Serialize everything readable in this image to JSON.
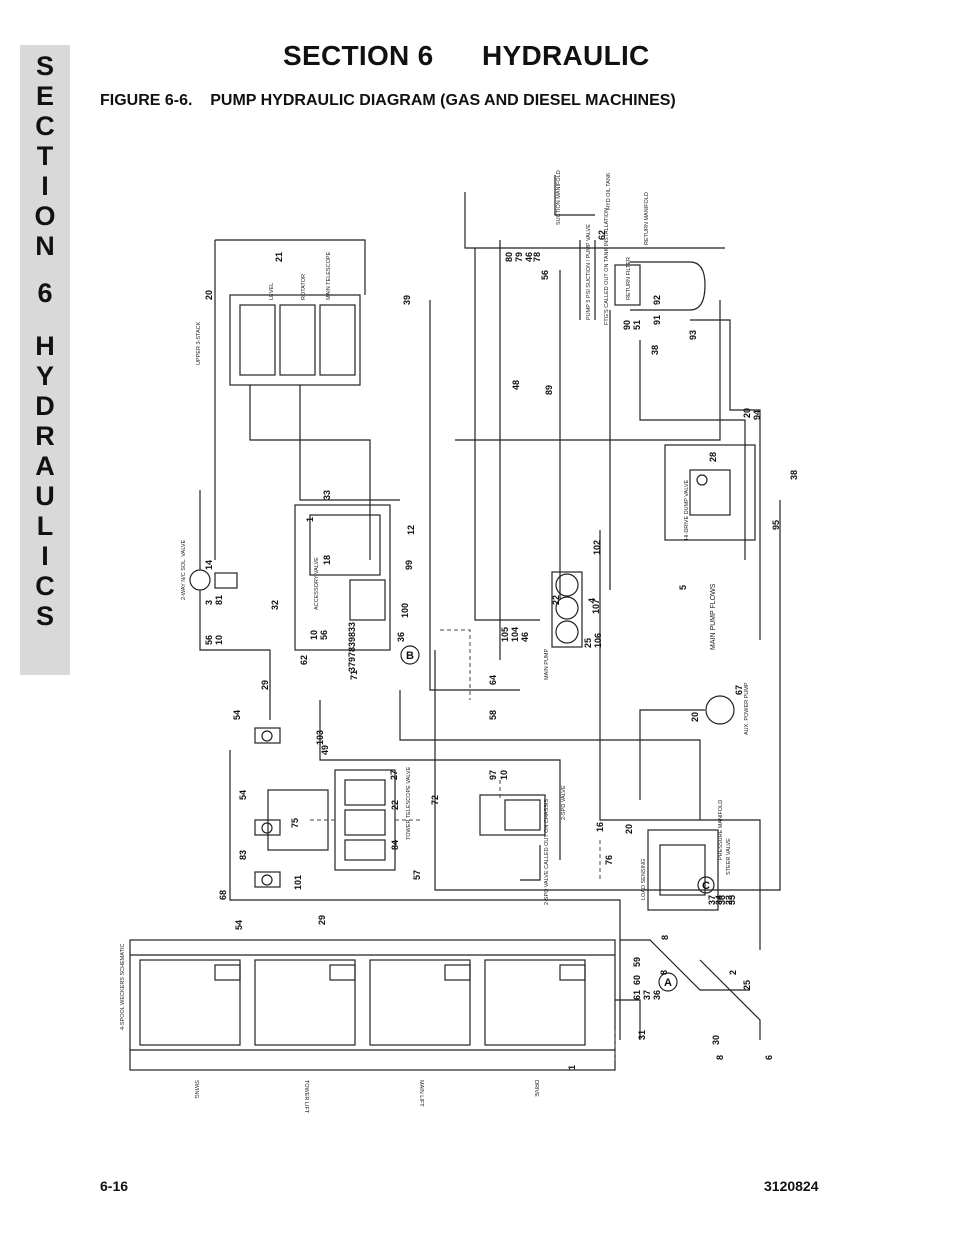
{
  "section_tab": {
    "letters": [
      "S",
      "E",
      "C",
      "T",
      "I",
      "O",
      "N",
      "6",
      "H",
      "Y",
      "D",
      "R",
      "A",
      "U",
      "L",
      "I",
      "C",
      "S"
    ]
  },
  "header": {
    "section": "SECTION 6",
    "title": "HYDRAULIC"
  },
  "figure": {
    "caption": "FIGURE 6-6.    PUMP HYDRAULIC DIAGRAM (GAS AND DIESEL MACHINES)"
  },
  "footer": {
    "page": "6-16",
    "doc": "3120824"
  },
  "diagram": {
    "components": {
      "suction_manifold": "SUCTION MANIFOLD",
      "hyd_oil_tank": "HYD OIL TANK",
      "return_manifold": "RETURN MANIFOLD",
      "return_filter": "RETURN FILTER",
      "pump_valve_note": "PUMP 5 PSI SUCTION / PUMP VALVE",
      "fitting_note": "FTG'S CALLED OUT ON TANK INSTALLATION",
      "upper_stack": "UPPER 3-STACK",
      "level": "LEVEL",
      "rotator": "ROTATOR",
      "main_telescope": "MAIN TELESCOPE",
      "sol_valve": "2-WAY N/C SOL. VALVE",
      "accessory_valve": "ACCESSORY VALVE",
      "hi_drive_dump_valve": "HI-DRIVE DUMP VALVE",
      "main_pump": "MAIN PUMP",
      "main_pump_flows": "MAIN PUMP FLOWS",
      "aux_power_pump": "AUX. POWER PUMP",
      "tower_telescope_valve": "TOWER TELESCOPE VALVE",
      "two_spd_valve": "2-SPD VALVE",
      "two_spd_note": "2-SPD VALVE CALLED OUT ON CHASSIS",
      "steer_valve": "STEER VALVE",
      "load_sensing": "LOAD SENSING",
      "pressure_manifold": "PRESSURE MANIFOLD",
      "spool_schematic": "4-SPOOL WECKERS SCHEMATIC",
      "spool_bank_labels": [
        "SWING",
        "TOWER LIFT",
        "MAIN LIFT",
        "DRIVE"
      ]
    },
    "circle_callouts": [
      "B",
      "C",
      "A"
    ],
    "callouts": [
      "80",
      "79",
      "46",
      "62",
      "78",
      "56",
      "92",
      "93",
      "91",
      "90",
      "51",
      "38",
      "39",
      "21",
      "20",
      "48",
      "89",
      "94",
      "28",
      "20",
      "38",
      "95",
      "33",
      "1",
      "18",
      "99",
      "12",
      "102",
      "5",
      "4",
      "3",
      "81",
      "14",
      "56",
      "10",
      "32",
      "29",
      "54",
      "62",
      "10",
      "56",
      "71",
      "105",
      "104",
      "46",
      "22",
      "107",
      "25",
      "106",
      "33",
      "98",
      "83",
      "97",
      "37",
      "36",
      "100",
      "64",
      "58",
      "67",
      "20",
      "54",
      "75",
      "83",
      "101",
      "68",
      "54",
      "29",
      "22",
      "27",
      "84",
      "57",
      "72",
      "97",
      "10",
      "16",
      "20",
      "76",
      "34",
      "23",
      "37",
      "36",
      "35",
      "8",
      "8",
      "59",
      "60",
      "61",
      "37",
      "36",
      "2",
      "25",
      "30",
      "8",
      "6",
      "31",
      "1",
      "103",
      "49"
    ]
  }
}
